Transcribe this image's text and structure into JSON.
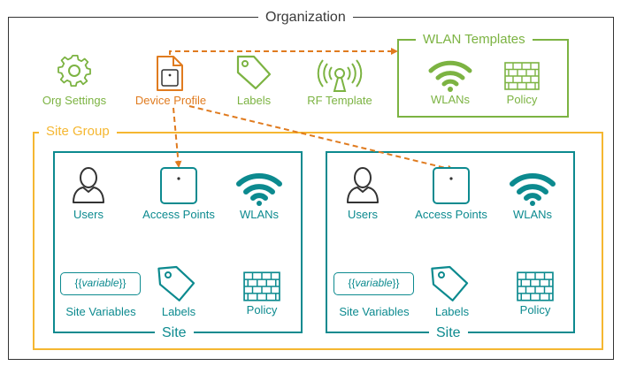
{
  "org": {
    "title": "Organization"
  },
  "org_items": {
    "settings": "Org Settings",
    "device_profile": "Device Profile",
    "labels": "Labels",
    "rf_template": "RF Template"
  },
  "wlan_templates": {
    "title": "WLAN Templates",
    "wlans": "WLANs",
    "policy": "Policy"
  },
  "site_group": {
    "title": "Site Group"
  },
  "sites": [
    {
      "title": "Site",
      "users": "Users",
      "access_points": "Access Points",
      "wlans": "WLANs",
      "variable_left": "{{",
      "variable_word": "variable",
      "variable_right": "}}",
      "site_variables": "Site Variables",
      "labels": "Labels",
      "policy": "Policy"
    },
    {
      "title": "Site",
      "users": "Users",
      "access_points": "Access Points",
      "wlans": "WLANs",
      "variable_left": "{{",
      "variable_word": "variable",
      "variable_right": "}}",
      "site_variables": "Site Variables",
      "labels": "Labels",
      "policy": "Policy"
    }
  ],
  "colors": {
    "org_frame": "#333333",
    "org_green": "#7cb342",
    "device_profile": "#e07b1f",
    "site_group": "#f5b731",
    "site_teal": "#0c8a8f"
  },
  "icons": [
    "gear-icon",
    "document-icon",
    "tag-icon",
    "radio-signal-icon",
    "wifi-icon",
    "firewall-icon",
    "user-icon",
    "access-point-icon"
  ]
}
